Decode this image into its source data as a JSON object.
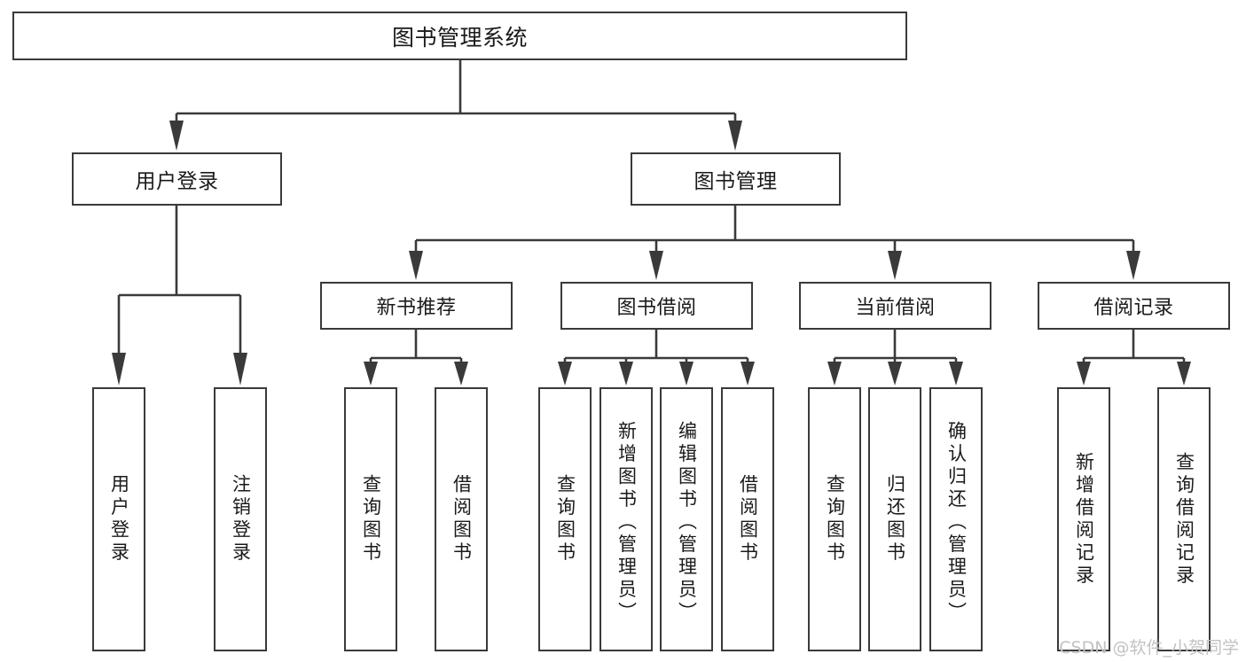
{
  "diagram": {
    "title": "图书管理系统",
    "watermark": "CSDN @软件_小贺同学"
  },
  "nodes": {
    "root": {
      "label": "图书管理系统"
    },
    "level2": [
      {
        "key": "user-login",
        "label": "用户登录"
      },
      {
        "key": "book-manage",
        "label": "图书管理"
      }
    ],
    "level3": [
      {
        "key": "new-book-recommend",
        "label": "新书推荐"
      },
      {
        "key": "book-borrow",
        "label": "图书借阅"
      },
      {
        "key": "current-borrow",
        "label": "当前借阅"
      },
      {
        "key": "borrow-record",
        "label": "借阅记录"
      }
    ],
    "leaves": {
      "user_login": [
        {
          "key": "user-login-leaf",
          "label": "用户登录"
        },
        {
          "key": "logout-leaf",
          "label": "注销登录"
        }
      ],
      "new_book_recommend": [
        {
          "key": "query-book-1",
          "label": "查询图书"
        },
        {
          "key": "borrow-book-1",
          "label": "借阅图书"
        }
      ],
      "book_borrow": [
        {
          "key": "query-book-2",
          "label": "查询图书"
        },
        {
          "key": "add-book-admin",
          "label": "新增图书（管理员）"
        },
        {
          "key": "edit-book-admin",
          "label": "编辑图书（管理员）"
        },
        {
          "key": "borrow-book-2",
          "label": "借阅图书"
        }
      ],
      "current_borrow": [
        {
          "key": "query-book-3",
          "label": "查询图书"
        },
        {
          "key": "return-book",
          "label": "归还图书"
        },
        {
          "key": "confirm-return-admin",
          "label": "确认归还（管理员）"
        }
      ],
      "borrow_record": [
        {
          "key": "add-borrow-record",
          "label": "新增借阅记录"
        },
        {
          "key": "query-borrow-record",
          "label": "查询借阅记录"
        }
      ]
    }
  },
  "colors": {
    "stroke": "#3a3a3a",
    "text": "#1a1a1a",
    "background": "#ffffff",
    "watermark": "#c2c2c2"
  }
}
